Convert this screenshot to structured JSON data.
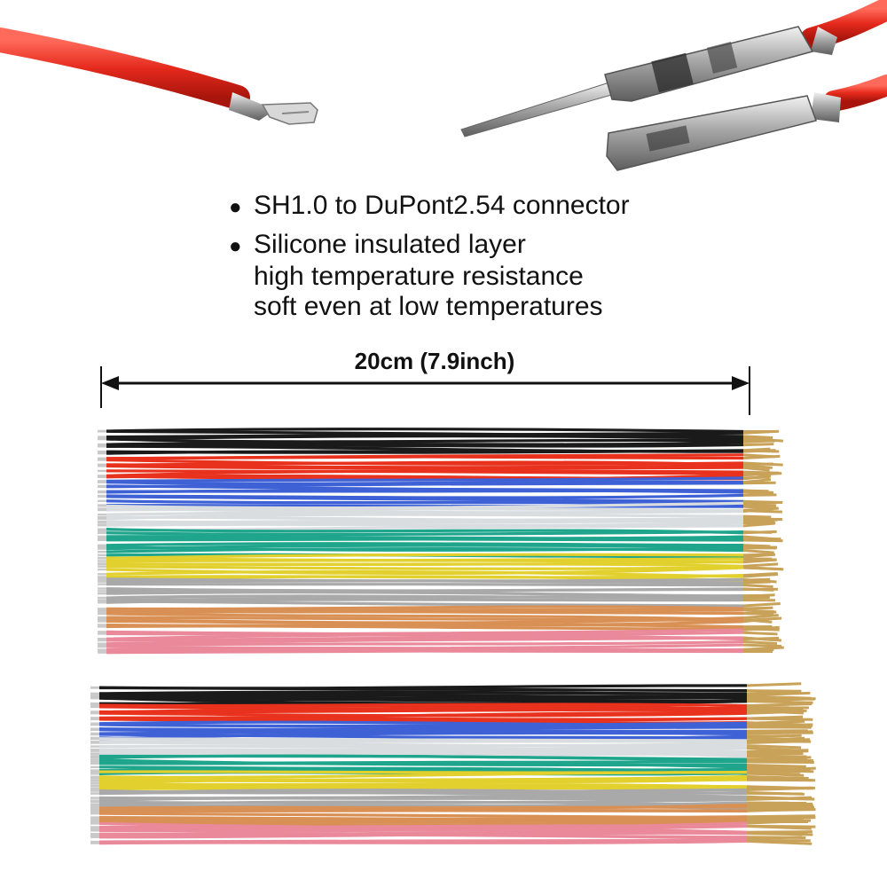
{
  "features": {
    "bullet_1": "SH1.0 to DuPont2.54 connector",
    "bullet_2_line_1": "Silicone insulated layer",
    "bullet_2_line_2": "high temperature resistance",
    "bullet_2_line_3": "soft even at low temperatures"
  },
  "dimension": {
    "label": "20cm (7.9inch)"
  },
  "wire_colors": [
    "#1a1a1a",
    "#e8321e",
    "#3e62d6",
    "#d9dde0",
    "#1ea58c",
    "#e2d02e",
    "#a9a9a9",
    "#d99055",
    "#e9899a"
  ],
  "accent_colors": {
    "wire_red": "#e4291c",
    "metal": "#c9c9c9",
    "gold": "#c9a25a"
  }
}
